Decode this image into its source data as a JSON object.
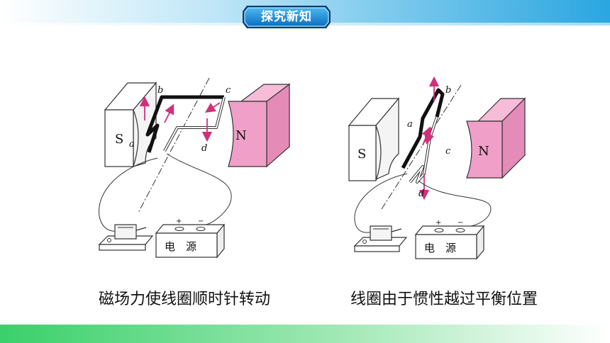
{
  "header": {
    "title": "探究新知"
  },
  "figures": [
    {
      "pole_south": "S",
      "pole_north": "N",
      "coil_labels": {
        "a": "a",
        "b": "b",
        "c": "c",
        "d": "d"
      },
      "battery_label": "电　源",
      "battery_plus": "+",
      "battery_minus": "−",
      "caption": "磁场力使线圈顺时针转动"
    },
    {
      "pole_south": "S",
      "pole_north": "N",
      "coil_labels": {
        "a": "a",
        "b": "b",
        "c": "c",
        "d": "d"
      },
      "battery_label": "电　源",
      "battery_plus": "+",
      "battery_minus": "−",
      "caption": "线圈由于惯性越过平衡位置"
    }
  ],
  "colors": {
    "magnet_north": "#f0a0c8",
    "arrow": "#d0307a",
    "header_gradient_start": "#2aa6e0",
    "footer_gradient_start": "#3ad06a"
  }
}
